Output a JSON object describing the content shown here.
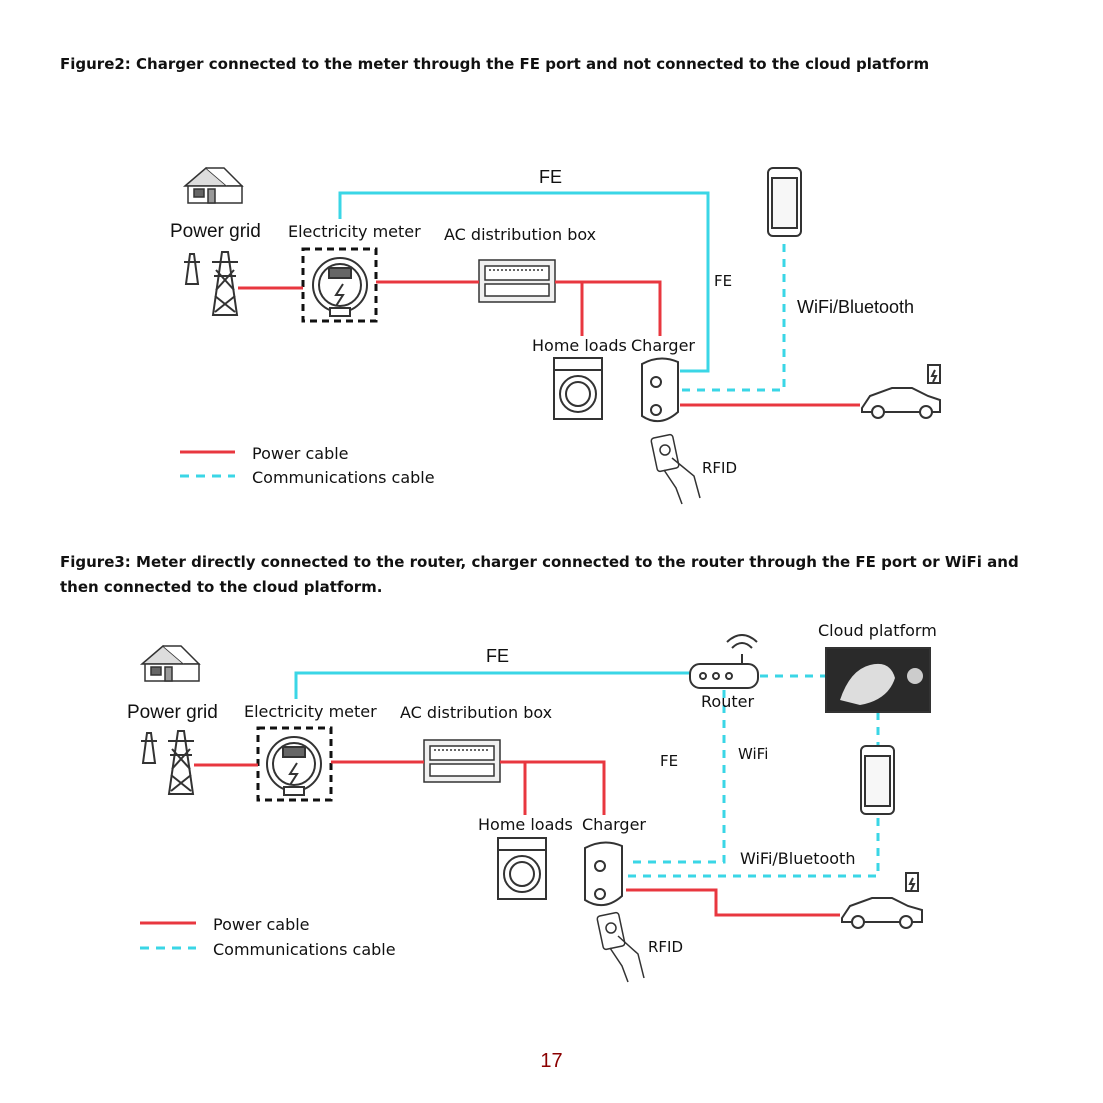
{
  "captions": {
    "figure2": "Figure2: Charger connected to the meter through the FE port and not connected to the cloud platform",
    "figure3": "Figure3: Meter directly connected to the router, charger connected to the router through the FE port or WiFi and then connected to the cloud platform."
  },
  "figure2": {
    "labels": {
      "power_grid": "Power grid",
      "electricity_meter": "Electricity meter",
      "ac_box": "AC distribution box",
      "home_loads": "Home loads",
      "charger": "Charger",
      "fe_top": "FE",
      "fe_side": "FE",
      "wifi_bt": "WiFi/Bluetooth",
      "rfid": "RFID"
    },
    "legend": {
      "power": "Power cable",
      "comms": "Communications cable"
    }
  },
  "figure3": {
    "labels": {
      "power_grid": "Power grid",
      "electricity_meter": "Electricity meter",
      "ac_box": "AC distribution box",
      "home_loads": "Home loads",
      "charger": "Charger",
      "fe_top": "FE",
      "fe_side": "FE",
      "router": "Router",
      "cloud_platform": "Cloud platform",
      "wifi": "WiFi",
      "wifi_bt": "WiFi/Bluetooth",
      "rfid": "RFID"
    },
    "legend": {
      "power": "Power cable",
      "comms": "Communications cable"
    }
  },
  "colors": {
    "power_cable": "#e8373f",
    "fe_cable": "#3ad6e6",
    "comms_cable": "#3ad6e6",
    "page_number": "#8b0000"
  },
  "page_number": "17"
}
